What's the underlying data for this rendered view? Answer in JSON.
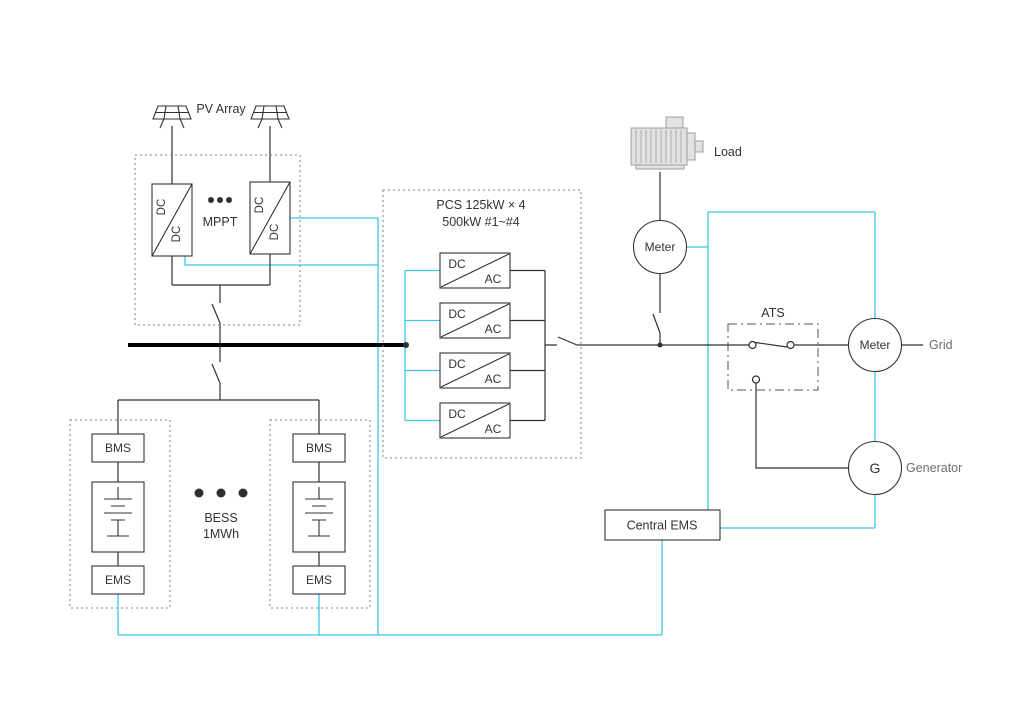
{
  "labels": {
    "pv_array": "PV Array",
    "mppt": "MPPT",
    "dc": "DC",
    "ac": "AC",
    "pcs_line1": "PCS 125kW × 4",
    "pcs_line2": "500kW #1~#4",
    "bms": "BMS",
    "ems": "EMS",
    "bess_line1": "BESS",
    "bess_line2": "1MWh",
    "load": "Load",
    "meter": "Meter",
    "ats": "ATS",
    "grid": "Grid",
    "generator_g": "G",
    "generator": "Generator",
    "central_ems": "Central EMS"
  },
  "colors": {
    "power_line": "#303030",
    "bus": "#000000",
    "comm_line": "#3fc5e6",
    "box_stroke": "#333333",
    "dotted_box": "#808080",
    "text": "#333333",
    "muted_text": "#6e6e6e",
    "motor_fill": "#e2e2e2",
    "motor_stroke": "#9f9f9f"
  }
}
